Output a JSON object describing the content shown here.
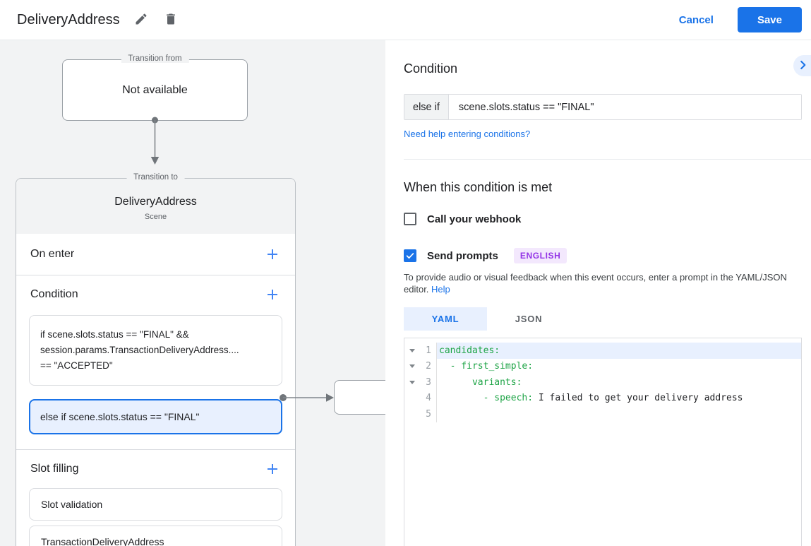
{
  "colors": {
    "accent": "#1a73e8",
    "selection_bg": "#e8f0fe",
    "yaml_key_green": "#1ea446",
    "badge_bg": "#f3e8fd",
    "badge_text": "#9334e6",
    "canvas_bg": "#f2f3f4"
  },
  "header": {
    "title": "DeliveryAddress",
    "edit_icon": "pencil-icon",
    "delete_icon": "trash-icon",
    "cancel_label": "Cancel",
    "save_label": "Save"
  },
  "canvas": {
    "transition_from": {
      "label": "Transition from",
      "value": "Not available"
    },
    "scene": {
      "label": "Transition to",
      "title": "DeliveryAddress",
      "subtitle": "Scene",
      "on_enter": {
        "label": "On enter",
        "add_label": "+"
      },
      "condition": {
        "label": "Condition",
        "add_label": "+",
        "items": [
          {
            "text": "if scene.slots.status == \"FINAL\" &&\nsession.params.TransactionDeliveryAddress....\n== \"ACCEPTED\"",
            "selected": false
          },
          {
            "text": "else if scene.slots.status == \"FINAL\"",
            "selected": true
          }
        ]
      },
      "slot_filling": {
        "label": "Slot filling",
        "add_label": "+",
        "items": [
          "Slot validation",
          "TransactionDeliveryAddress"
        ]
      }
    }
  },
  "panel": {
    "title": "Condition",
    "collapse_icon": "chevron-right-icon",
    "condition_row": {
      "prefix": "else if",
      "value": "scene.slots.status == \"FINAL\""
    },
    "help_link": "Need help entering conditions?",
    "met_title": "When this condition is met",
    "webhook": {
      "label": "Call your webhook",
      "checked": false
    },
    "prompts": {
      "label": "Send prompts",
      "checked": true,
      "badge": "ENGLISH"
    },
    "note_text": "To provide audio or visual feedback when this event occurs, enter a prompt in the YAML/JSON editor. ",
    "note_link": "Help",
    "tabs": [
      {
        "label": "YAML",
        "active": true
      },
      {
        "label": "JSON",
        "active": false
      }
    ],
    "editor": {
      "lines": [
        {
          "n": "1",
          "fold": true,
          "highlight": true,
          "segs": [
            {
              "c": "k",
              "t": "candidates:"
            }
          ]
        },
        {
          "n": "2",
          "fold": true,
          "highlight": false,
          "segs": [
            {
              "c": "k",
              "t": "  - first_simple:"
            }
          ]
        },
        {
          "n": "3",
          "fold": true,
          "highlight": false,
          "segs": [
            {
              "c": "k",
              "t": "      variants:"
            }
          ]
        },
        {
          "n": "4",
          "fold": false,
          "highlight": false,
          "segs": [
            {
              "c": "k",
              "t": "        - speech:"
            },
            {
              "c": "p",
              "t": " I failed to get your delivery address"
            }
          ]
        },
        {
          "n": "5",
          "fold": false,
          "highlight": false,
          "segs": []
        }
      ]
    }
  }
}
